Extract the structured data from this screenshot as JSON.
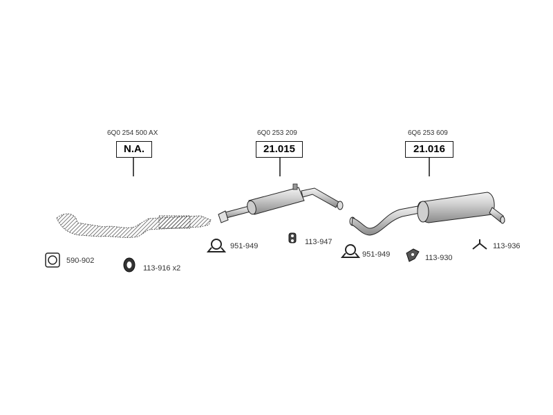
{
  "assemblies": [
    {
      "oe_number": "6Q0 254 500 AX",
      "code": "N.A."
    },
    {
      "oe_number": "6Q0 253 209",
      "code": "21.015"
    },
    {
      "oe_number": "6Q6 253 609",
      "code": "21.016"
    }
  ],
  "parts": [
    {
      "label": "590-902",
      "icon": "gasket-icon"
    },
    {
      "label": "113-916 x2",
      "icon": "rubber-ring-icon"
    },
    {
      "label": "951-949",
      "icon": "clamp-icon"
    },
    {
      "label": "113-947",
      "icon": "rubber-hanger-icon"
    },
    {
      "label": "951-949",
      "icon": "clamp-icon"
    },
    {
      "label": "113-930",
      "icon": "hanger-bracket-icon"
    },
    {
      "label": "113-936",
      "icon": "mounting-bracket-icon"
    }
  ]
}
